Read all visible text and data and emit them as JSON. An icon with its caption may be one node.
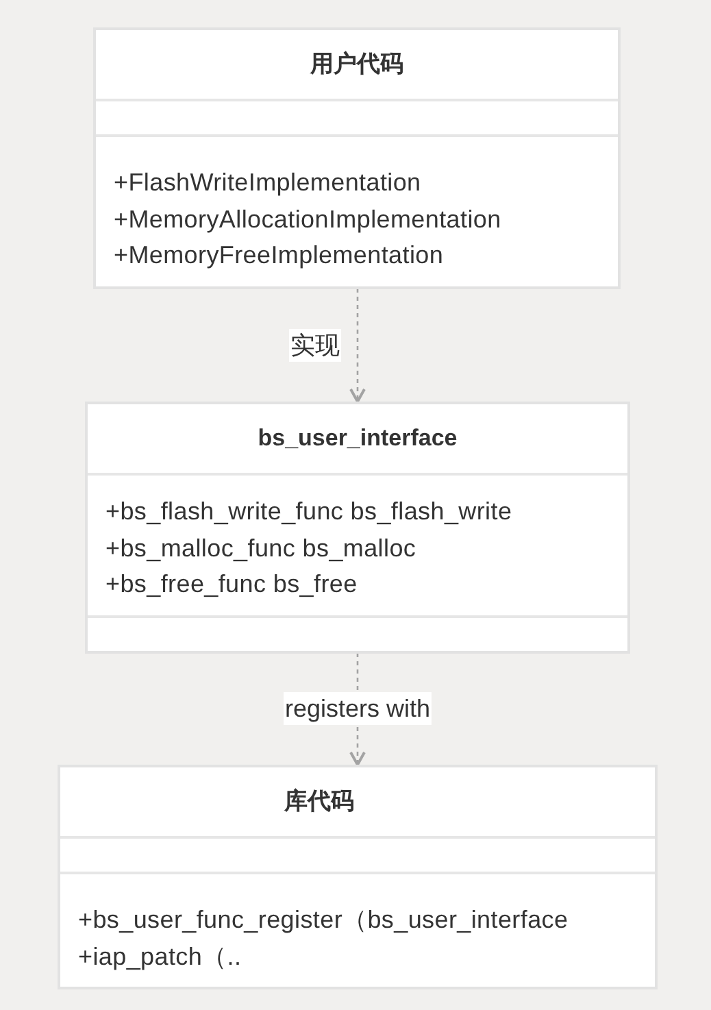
{
  "diagram": {
    "nodes": [
      {
        "text": [
          "用户代码",
          "+FlashWriteImplementation",
          "+MemoryAllocationImplementation",
          "+MemoryFreeImplementation"
        ]
      },
      {
        "text": [
          "bs_user_interface",
          "+bs_flash_write_func bs_flash_write",
          "+bs_malloc_func bs_malloc",
          "+bs_free_func bs_free"
        ]
      },
      {
        "text": [
          "库代码",
          "+bs_user_func_register（bs_user_interface",
          "+iap_patch（.."
        ]
      }
    ],
    "edges": [
      {
        "from": 0,
        "to": 1,
        "arrow": "to",
        "label": "实现",
        "style": "dashed"
      },
      {
        "from": 1,
        "to": 2,
        "arrow": "to",
        "label": "registers with",
        "style": "dashed"
      }
    ]
  }
}
